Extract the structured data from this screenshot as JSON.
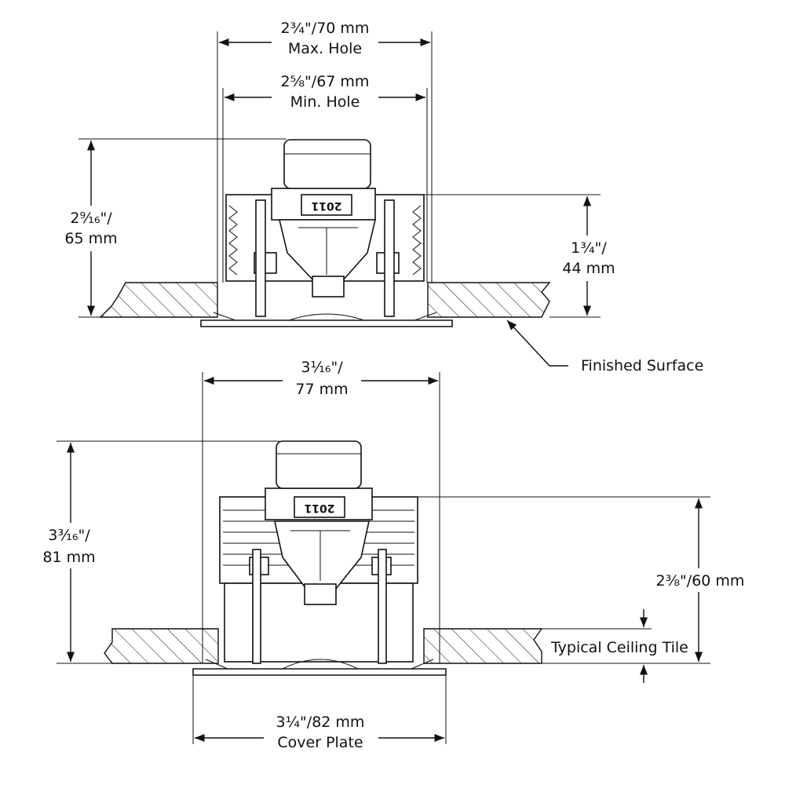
{
  "top_view": {
    "max_hole": {
      "line1": "2¾\"/70 mm",
      "line2": "Max. Hole"
    },
    "min_hole": {
      "line1": "2⅝\"/67 mm",
      "line2": "Min. Hole"
    },
    "overall_height": {
      "line1": "2⁹⁄₁₆\"/",
      "line2": "65 mm"
    },
    "above_ceiling": {
      "line1": "1¾\"/",
      "line2": "44 mm"
    },
    "finished_surface": "Finished Surface",
    "model_label": "2011"
  },
  "bottom_view": {
    "width": {
      "line1": "3¹⁄₁₆\"/",
      "line2": "77 mm"
    },
    "overall_height": {
      "line1": "3³⁄₁₆\"/",
      "line2": "81 mm"
    },
    "above_ceiling": "2⅜\"/60 mm",
    "ceiling_tile": "Typical Ceiling Tile",
    "cover_plate": {
      "line1": "3¼\"/82 mm",
      "line2": "Cover Plate"
    },
    "model_label": "2011"
  }
}
